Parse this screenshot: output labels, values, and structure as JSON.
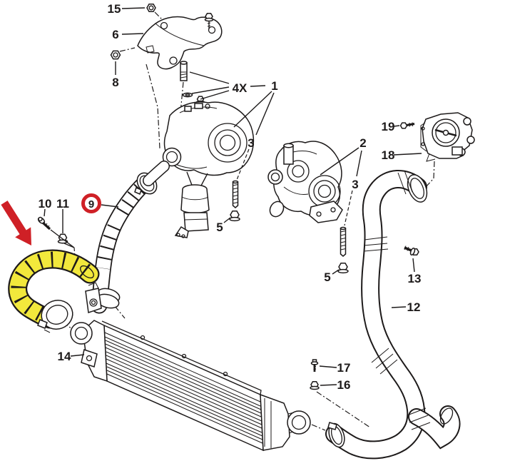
{
  "figure": {
    "type": "exploded-parts-diagram",
    "subject": "turbocharger-charge-air-system",
    "background_color": "#ffffff",
    "line_color": "#1d1a1a",
    "accent_color": "#cf2026",
    "highlight_color": "#f2e83c",
    "quantity_note": "4X",
    "highlighted_callout": "9",
    "callouts": [
      {
        "label": "15",
        "style": "plain"
      },
      {
        "label": "6",
        "style": "plain"
      },
      {
        "label": "8",
        "style": "plain"
      },
      {
        "label": "4X",
        "style": "plain"
      },
      {
        "label": "1",
        "style": "plain"
      },
      {
        "label": "3",
        "style": "plain"
      },
      {
        "label": "5",
        "style": "plain"
      },
      {
        "label": "2",
        "style": "plain"
      },
      {
        "label": "3",
        "style": "plain"
      },
      {
        "label": "5",
        "style": "plain"
      },
      {
        "label": "13",
        "style": "plain"
      },
      {
        "label": "12",
        "style": "plain"
      },
      {
        "label": "19",
        "style": "plain"
      },
      {
        "label": "18",
        "style": "plain"
      },
      {
        "label": "10",
        "style": "plain"
      },
      {
        "label": "11",
        "style": "plain"
      },
      {
        "label": "9",
        "style": "red-circled"
      },
      {
        "label": "14",
        "style": "plain"
      },
      {
        "label": "17",
        "style": "plain"
      },
      {
        "label": "16",
        "style": "plain"
      }
    ]
  }
}
